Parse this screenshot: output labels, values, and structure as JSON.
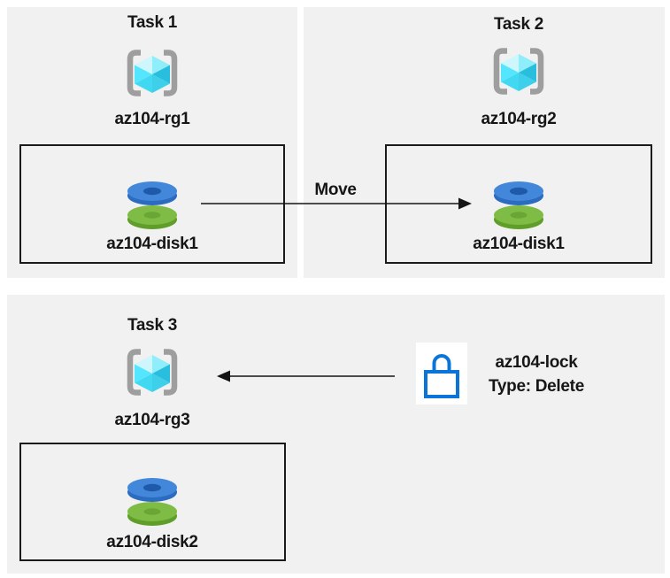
{
  "panels": {
    "task1": {
      "title": "Task 1",
      "resource_group": "az104-rg1",
      "disk": "az104-disk1"
    },
    "task2": {
      "title": "Task 2",
      "resource_group": "az104-rg2",
      "disk": "az104-disk1"
    },
    "task3": {
      "title": "Task 3",
      "resource_group": "az104-rg3",
      "disk": "az104-disk2"
    }
  },
  "arrows": {
    "move_label": "Move"
  },
  "lock": {
    "name": "az104-lock",
    "type": "Type: Delete"
  },
  "icons": {
    "resource_group": "resource-group-icon",
    "disk": "managed-disk-icon",
    "lock": "lock-icon"
  },
  "colors": {
    "panel_bg": "#f1f1f1",
    "box_border": "#1b1b1b",
    "arrow": "#151515",
    "text": "#161616",
    "bracket_gray": "#9e9e9e",
    "cube_cyan": "#50e6ff",
    "disk_blue": "#4387da",
    "disk_green": "#7fbc45",
    "lock_blue": "#0b74d8",
    "lock_bg": "#ffffff"
  }
}
